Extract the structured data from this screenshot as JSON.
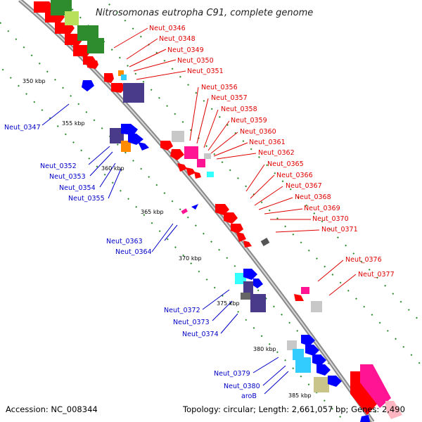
{
  "title": "Nitrosomonas eutropha C91, complete genome",
  "footer": {
    "accession": "Accession: NC_008344",
    "topology": "Topology: circular; Length: 2,661,057 bp; Genes: 2,490"
  },
  "ticks": [
    "350 kbp",
    "355 kbp",
    "360 kbp",
    "365 kbp",
    "370 kbp",
    "375 kbp",
    "380 kbp",
    "385 kbp"
  ],
  "labels_forward": [
    "Neut_0346",
    "Neut_0348",
    "Neut_0349",
    "Neut_0350",
    "Neut_0351",
    "Neut_0356",
    "Neut_0357",
    "Neut_0358",
    "Neut_0359",
    "Neut_0360",
    "Neut_0361",
    "Neut_0362",
    "Neut_0365",
    "Neut_0366",
    "Neut_0367",
    "Neut_0368",
    "Neut_0369",
    "Neut_0370",
    "Neut_0371",
    "Neut_0376",
    "Neut_0377"
  ],
  "labels_reverse": [
    "Neut_0347",
    "Neut_0352",
    "Neut_0353",
    "Neut_0354",
    "Neut_0355",
    "Neut_0363",
    "Neut_0364",
    "Neut_0372",
    "Neut_0373",
    "Neut_0374",
    "Neut_0379",
    "Neut_0380",
    "aroB"
  ],
  "colors": {
    "forward_gene": "#ff0000",
    "reverse_gene": "#0000ff",
    "backbone": "#9a9a9a",
    "tick_dots": "#2a8a2a",
    "forward_label": "#e00000",
    "reverse_label": "#0000c8"
  }
}
